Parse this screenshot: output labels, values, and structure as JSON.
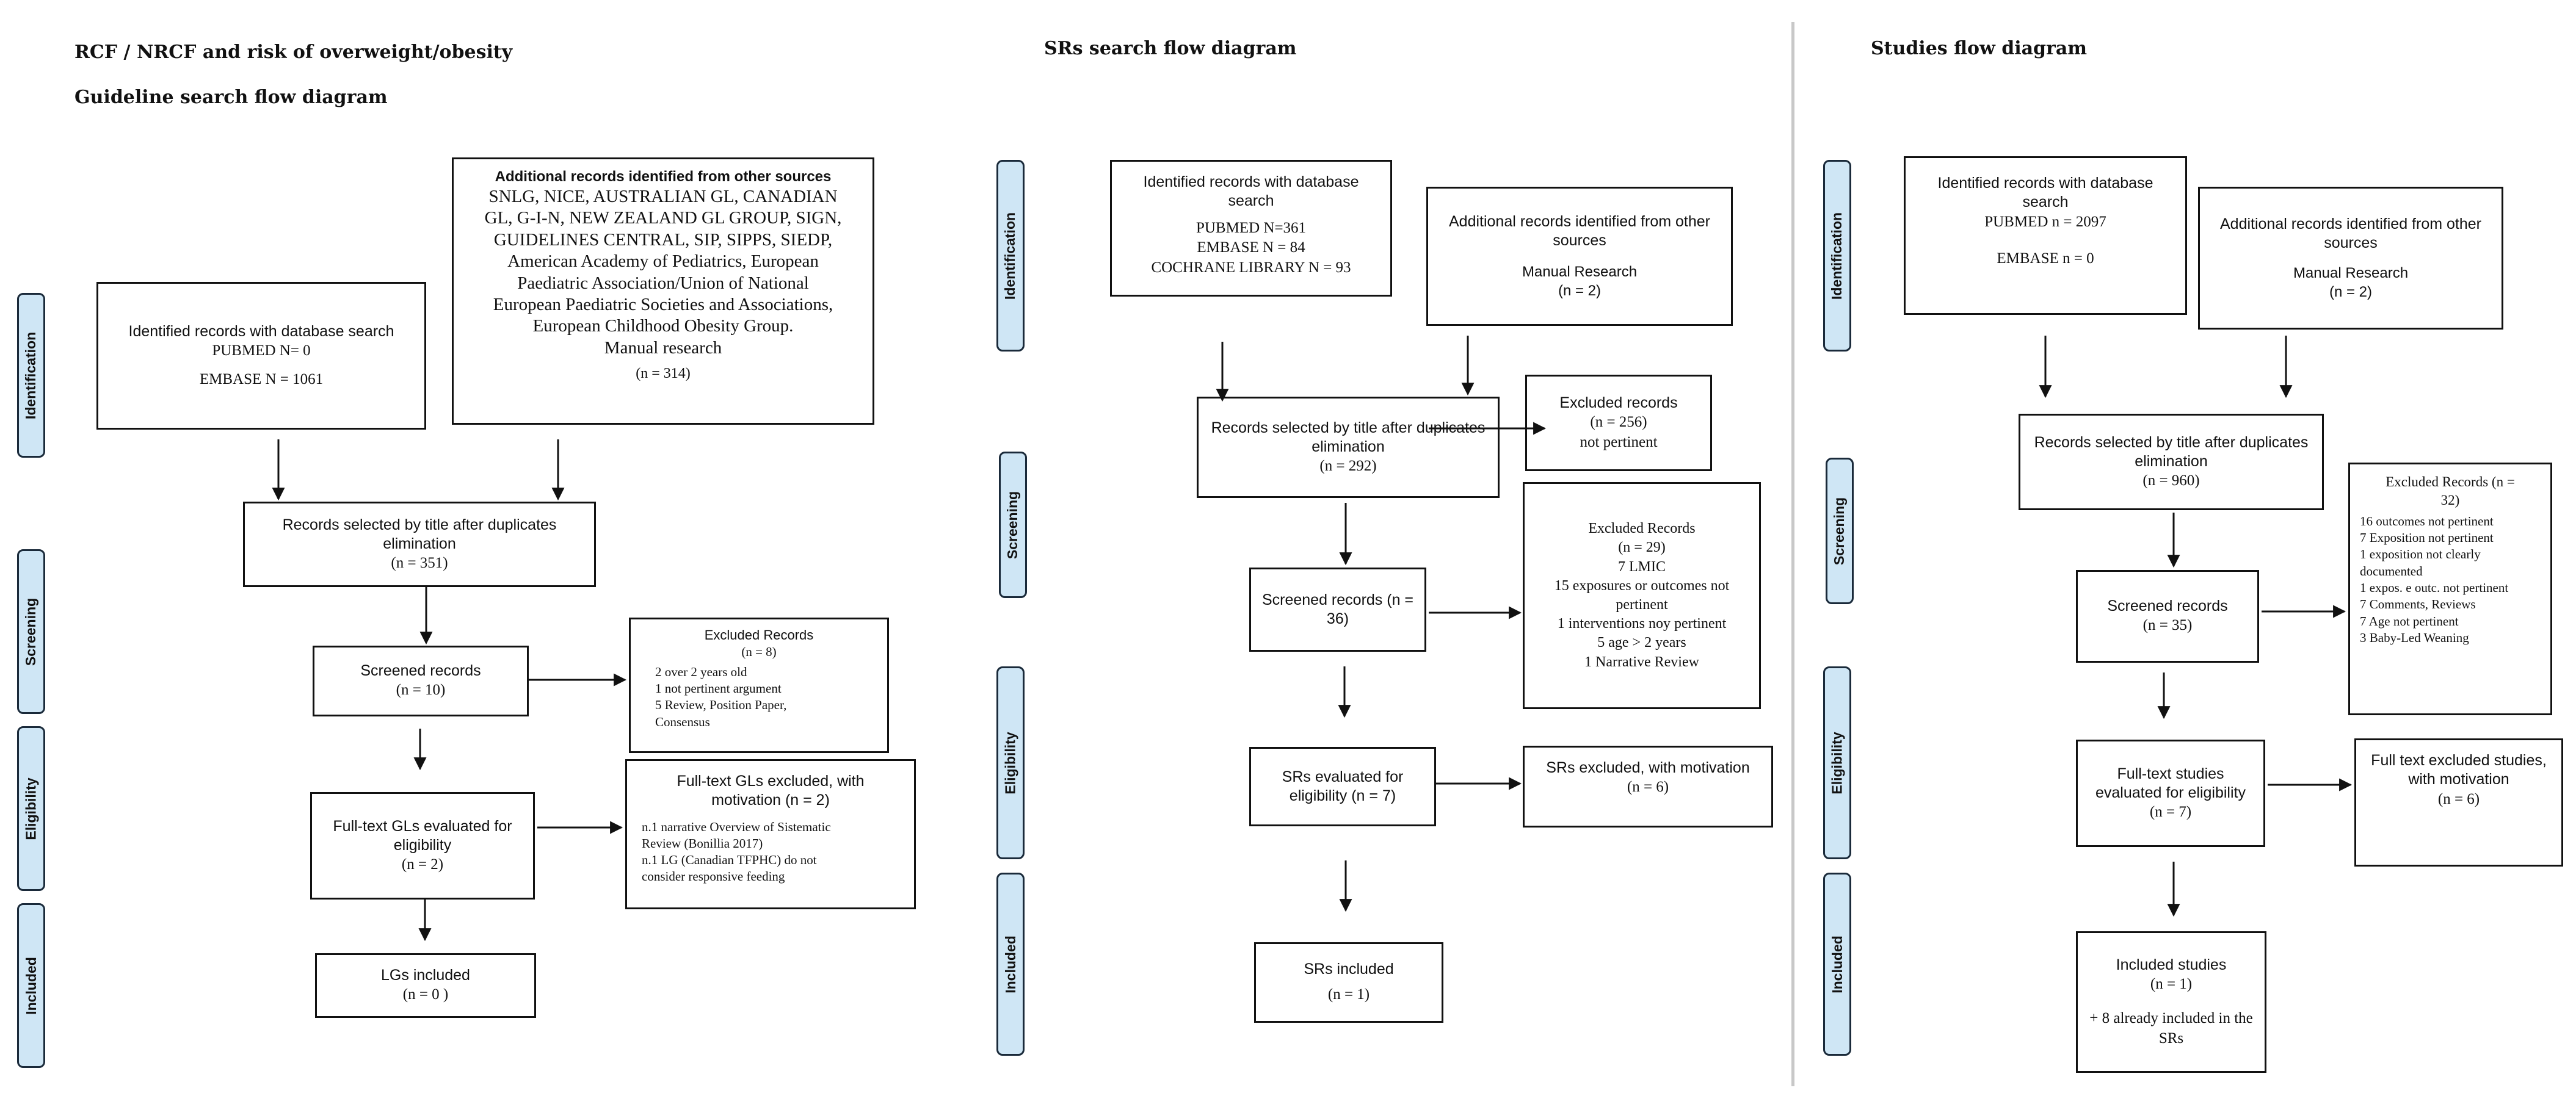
{
  "panel1": {
    "title": "RCF / NRCF and risk of overweight/obesity",
    "subtitle": "Guideline search flow diagram",
    "stages": {
      "identification": "Identification",
      "screening": "Screening",
      "eligibility": "Eligibility",
      "included": "Included"
    },
    "db_box": {
      "heading": "Identified records with database search",
      "lines": [
        "PUBMED N= 0",
        "EMBASE N = 1061"
      ]
    },
    "other_box": {
      "heading": "Additional records identified from other sources",
      "lines": [
        "SNLG, NICE, AUSTRALIAN GL, CANADIAN",
        "GL, G-I-N, NEW ZEALAND GL GROUP, SIGN,",
        "GUIDELINES CENTRAL, SIP, SIPPS, SIEDP,",
        "American Academy of Pediatrics, European",
        "Paediatric Association/Union of National",
        "European Paediatric Societies and Associations,",
        "European Childhood Obesity Group.",
        "Manual research"
      ],
      "count": "(n = 314)"
    },
    "selected_box": {
      "heading": "Records selected by title after duplicates elimination",
      "count": "(n = 351)"
    },
    "screened_box": {
      "heading": "Screened records",
      "count": "(n = 10)"
    },
    "excluded_box": {
      "heading": "Excluded Records",
      "count": "(n = 8)",
      "lines": [
        "2 over 2 years old",
        "1 not pertinent argument",
        "5 Review, Position Paper,",
        "Consensus"
      ]
    },
    "fulltext_box": {
      "heading": "Full-text GLs evaluated for eligibility",
      "count": "(n = 2)"
    },
    "fulltext_excl_box": {
      "heading": "Full-text GLs excluded, with motivation (n = 2)",
      "lines": [
        "n.1 narrative Overview of Sistematic",
        "Review (Bonillia 2017)",
        "n.1 LG (Canadian TFPHC) do not",
        "consider responsive feeding"
      ]
    },
    "included_box": {
      "heading": "LGs included",
      "count": "(n = 0 )"
    }
  },
  "panel2": {
    "title": "SRs search flow diagram",
    "stages": {
      "identification": "Identification",
      "screening": "Screening",
      "eligibility": "Eligibility",
      "included": "Included"
    },
    "db_box": {
      "heading": "Identified records with database search",
      "lines": [
        "PUBMED N=361",
        "EMBASE N = 84",
        "COCHRANE LIBRARY N = 93"
      ]
    },
    "other_box": {
      "heading": "Additional records identified from other sources",
      "lines": [
        "Manual Research",
        "(n = 2)"
      ]
    },
    "selected_box": {
      "heading": "Records selected by title after duplicates elimination",
      "count": "(n = 292)"
    },
    "excl1_box": {
      "heading": "Excluded records",
      "lines": [
        "(n = 256)",
        "not pertinent"
      ]
    },
    "screened_box": {
      "heading": "Screened records (n = 36)"
    },
    "excl2_box": {
      "heading": "Excluded Records",
      "lines": [
        "(n = 29)",
        "7 LMIC",
        "15 exposures or outcomes not",
        "pertinent",
        "1 interventions noy pertinent",
        "5 age > 2 years",
        "1 Narrative Review"
      ]
    },
    "eval_box": {
      "heading": "SRs evaluated for eligibility (n = 7)"
    },
    "excl3_box": {
      "heading": "SRs excluded, with motivation",
      "count": "(n = 6)"
    },
    "included_box": {
      "heading": "SRs included",
      "count": "(n = 1)"
    }
  },
  "panel3": {
    "title": "Studies flow diagram",
    "stages": {
      "identification": "Identification",
      "screening": "Screening",
      "eligibility": "Eligibility",
      "included": "Included"
    },
    "db_box": {
      "heading": "Identified records with database search",
      "lines": [
        "PUBMED n = 2097",
        "EMBASE n = 0"
      ]
    },
    "other_box": {
      "heading": "Additional records identified from other sources",
      "lines": [
        "Manual Research",
        "(n = 2)"
      ]
    },
    "selected_box": {
      "heading": "Records selected by title after duplicates elimination",
      "count": "(n = 960)"
    },
    "excl1_box": {
      "heading": "Excluded Records (n =",
      "lines": [
        "32)",
        "16 outcomes not pertinent",
        "7 Exposition not pertinent",
        "1 exposition not clearly",
        "documented",
        "1 expos. e outc. not pertinent",
        "7 Comments, Reviews",
        "7 Age not pertinent",
        "3 Baby-Led Weaning"
      ]
    },
    "screened_box": {
      "heading": "Screened records",
      "count": "(n = 35)"
    },
    "eval_box": {
      "heading": "Full-text studies evaluated for eligibility",
      "count": "(n = 7)"
    },
    "excl2_box": {
      "heading": "Full text excluded studies, with motivation",
      "count": "(n = 6)"
    },
    "included_box": {
      "heading": "Included studies",
      "count": "(n = 1)",
      "note": "+ 8 already included in the SRs"
    }
  }
}
